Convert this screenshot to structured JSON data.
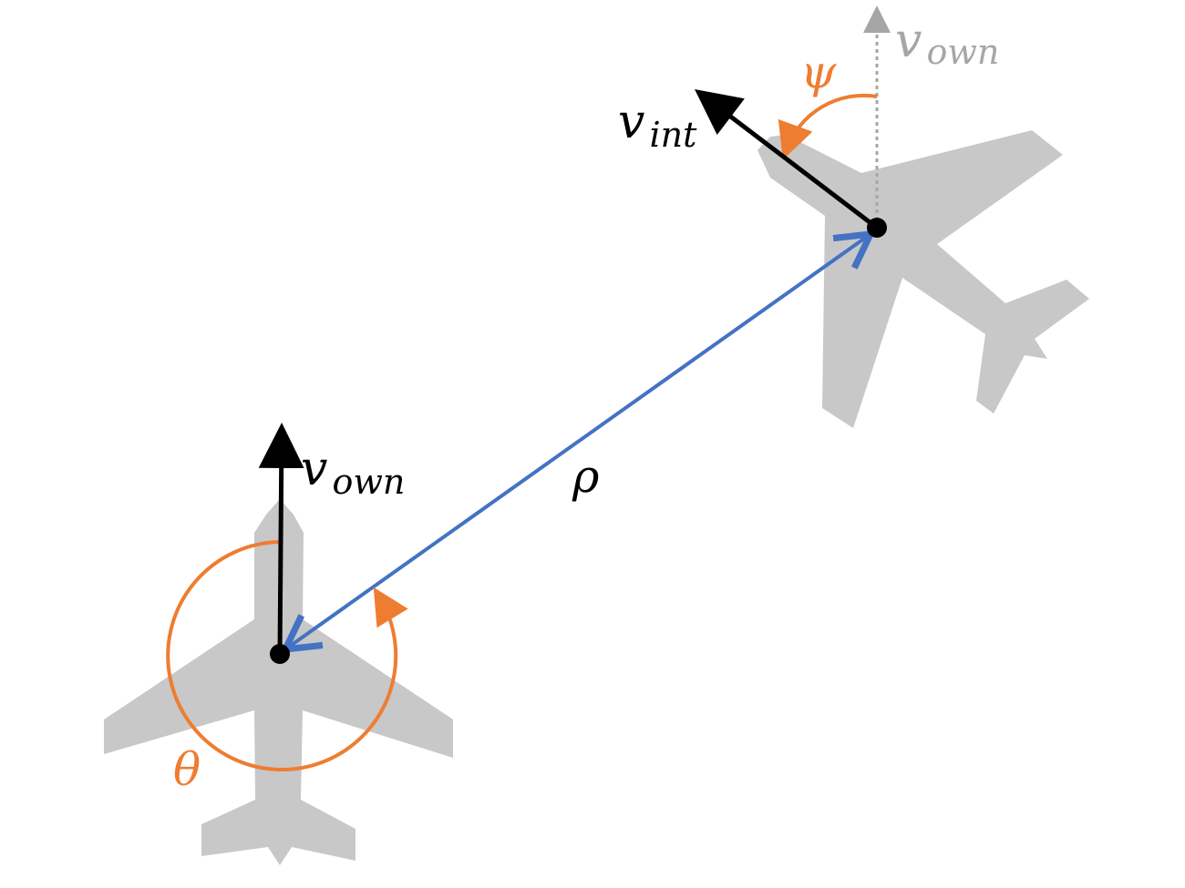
{
  "colors": {
    "aircraft": "#c8c8c8",
    "vector": "#000000",
    "angle": "#ee7d31",
    "range": "#4472c4",
    "reference": "#a6a6a6"
  },
  "labels": {
    "own_velocity": {
      "symbol": "v",
      "subscript": "own"
    },
    "intruder_velocity": {
      "symbol": "v",
      "subscript": "int"
    },
    "reference_velocity": {
      "symbol": "v",
      "subscript": "own"
    },
    "range": "ρ",
    "bearing_angle": "θ",
    "heading_angle": "ψ"
  }
}
